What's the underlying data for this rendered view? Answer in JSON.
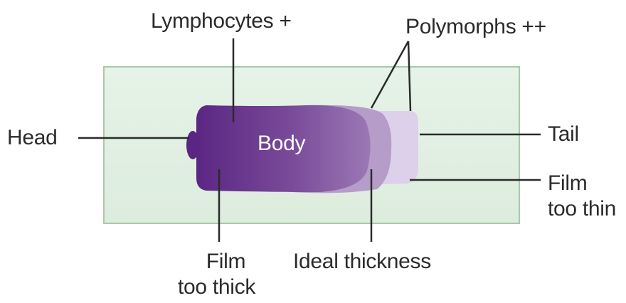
{
  "diagram": {
    "labels": {
      "lymphocytes": "Lymphocytes +",
      "polymorphs": "Polymorphs ++",
      "head": "Head",
      "body": "Body",
      "tail": "Tail",
      "film_too_thin_line1": "Film",
      "film_too_thin_line2": "too thin",
      "film_too_thick_line1": "Film",
      "film_too_thick_line2": "too thick",
      "ideal_thickness": "Ideal thickness"
    },
    "colors": {
      "slide_fill": "#e3f1e4",
      "slide_border": "#a9c9ab",
      "smear_thick": "#5e2a86",
      "smear_body": "#7a4a98",
      "smear_ideal": "#b49bc8",
      "smear_thin": "#ddd0ea",
      "leader_line": "#2b2b2b"
    }
  }
}
